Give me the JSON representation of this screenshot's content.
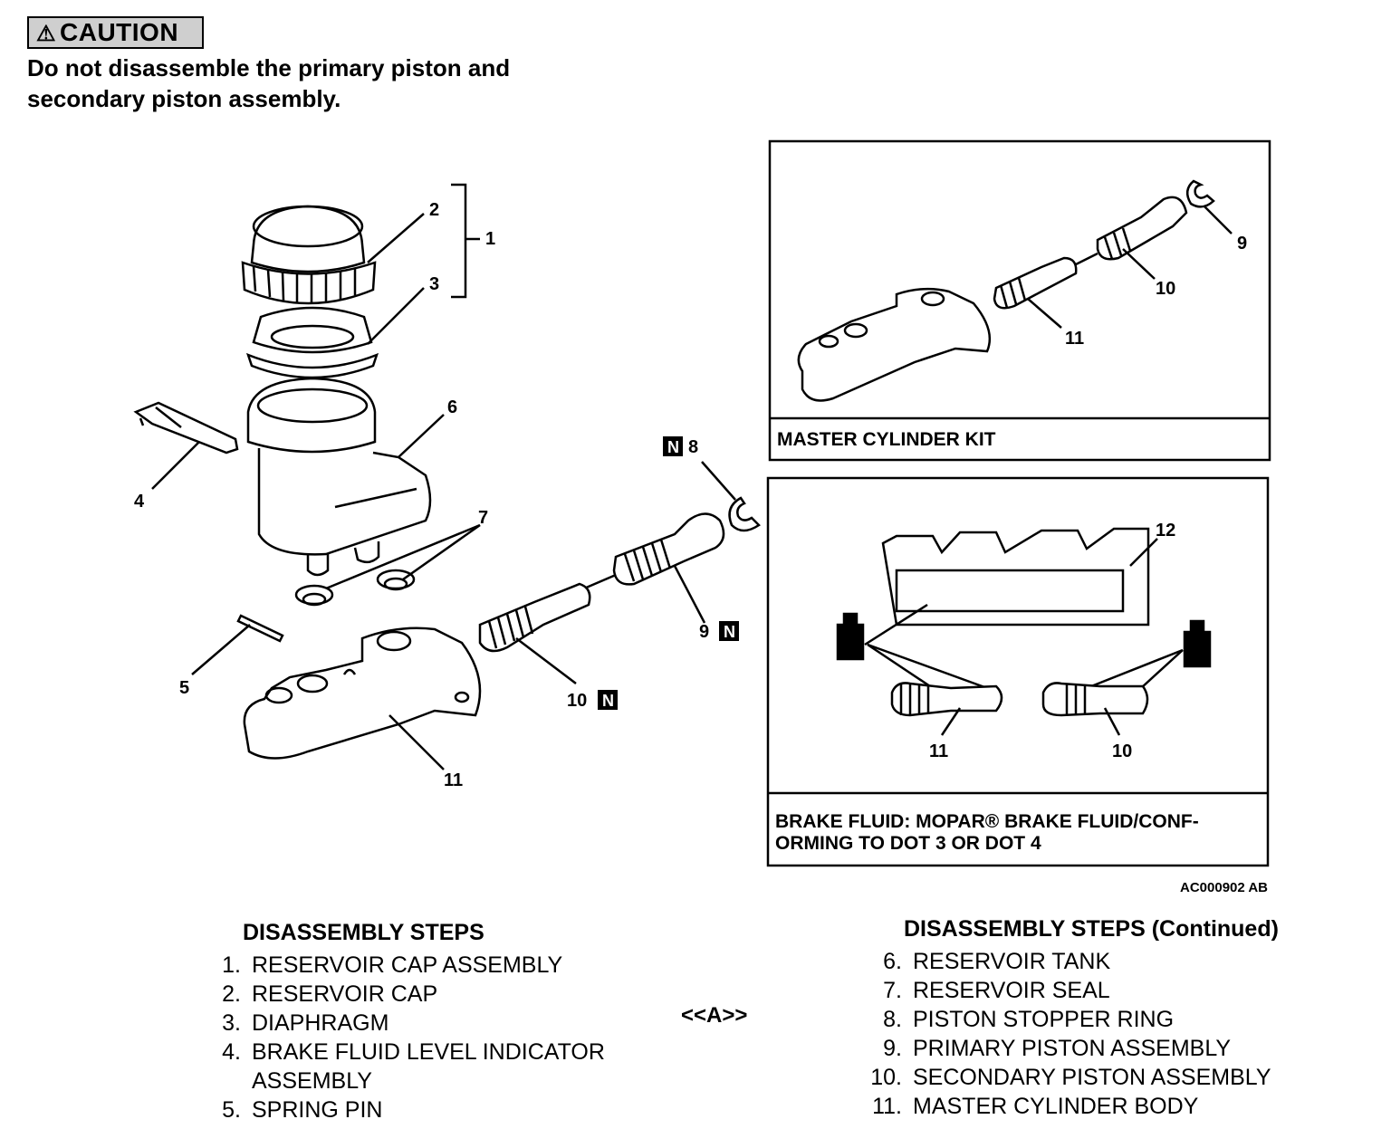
{
  "caution": {
    "tag": "CAUTION",
    "text_line1": "Do not disassemble the primary piston and",
    "text_line2": "secondary piston assembly."
  },
  "callouts": {
    "c1": "1",
    "c2": "2",
    "c3": "3",
    "c4": "4",
    "c5": "5",
    "c6": "6",
    "c7": "7",
    "c8": "8",
    "c9": "9",
    "c10": "10",
    "c11": "11",
    "kit9": "9",
    "kit10": "10",
    "kit11": "11",
    "fluid10": "10",
    "fluid11": "11",
    "fluid12": "12",
    "new_part_symbol": "N"
  },
  "kit_box": {
    "caption": "MASTER CYLINDER KIT"
  },
  "fluid_box": {
    "caption_line1": "BRAKE FLUID: MOPAR® BRAKE FLUID/CONF-",
    "caption_line2": "ORMING TO DOT 3 OR DOT 4"
  },
  "figure_code": "AC000902 AB",
  "steps_left": {
    "heading": "DISASSEMBLY STEPS",
    "items": [
      {
        "num": "1.",
        "text": "RESERVOIR CAP ASSEMBLY"
      },
      {
        "num": "2.",
        "text": "RESERVOIR CAP"
      },
      {
        "num": "3.",
        "text": "DIAPHRAGM"
      },
      {
        "num": "4.",
        "text": "BRAKE FLUID LEVEL INDICATOR"
      },
      {
        "num": "",
        "text": "ASSEMBLY"
      },
      {
        "num": "5.",
        "text": "SPRING PIN"
      }
    ]
  },
  "step_marker": "<<A>>",
  "steps_right": {
    "heading": "DISASSEMBLY STEPS (Continued)",
    "items": [
      {
        "num": "6.",
        "text": "RESERVOIR TANK"
      },
      {
        "num": "7.",
        "text": "RESERVOIR SEAL"
      },
      {
        "num": "8.",
        "text": "PISTON STOPPER RING"
      },
      {
        "num": "9.",
        "text": "PRIMARY PISTON ASSEMBLY"
      },
      {
        "num": "10.",
        "text": "SECONDARY PISTON ASSEMBLY"
      },
      {
        "num": "11.",
        "text": "MASTER CYLINDER BODY"
      }
    ]
  }
}
